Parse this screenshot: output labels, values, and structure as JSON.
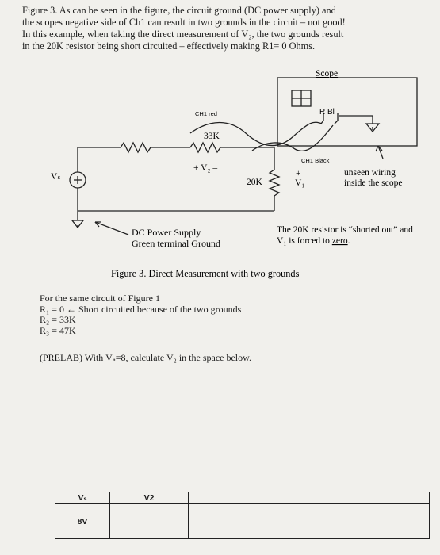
{
  "intro": {
    "lines": [
      "Figure 3. As can be seen in the figure, the circuit ground (DC power supply) and",
      "the scopes negative side of Ch1 can result in two grounds in the circuit – not good!",
      "In this example, when taking the direct measurement of V₂, the two grounds result",
      "in the 20K resistor being short circuited – effectively making R1= 0 Ohms."
    ]
  },
  "figure": {
    "scope_label": "Scope",
    "scope_r_bl": "R  Bl",
    "ch1_red": "CH1 red",
    "res_33k": "33K",
    "v2_label": "+ V₂ –",
    "res_20k": "20K",
    "ch1_black": "CH1 Black",
    "vs_label": "Vₛ",
    "v1_plus": "+",
    "v1_label": "V₁",
    "v1_minus": "–",
    "unseen_line1": "unseen wiring",
    "unseen_line2": "inside the scope",
    "dc_line1": "DC Power Supply",
    "dc_line2": "Green terminal Ground",
    "shorted_line1": "The 20K resistor is “shorted out” and",
    "shorted_line2_prefix": "V₁ is forced to ",
    "shorted_line2_emph": "zero",
    "shorted_line2_suffix": ".",
    "caption": "Figure 3. Direct Measurement with two grounds"
  },
  "values": {
    "intro": "For the same circuit of Figure 1",
    "r1": "R₁ = 0  ← Short circuited because of the two grounds",
    "r2": "R₂ = 33K",
    "r3": "R₃ = 47K"
  },
  "prelab": "(PRELAB) With Vₛ=8, calculate V₂ in the space below.",
  "table": {
    "headers": [
      "Vₛ",
      "V2",
      ""
    ],
    "row": [
      "8V",
      "",
      ""
    ]
  }
}
